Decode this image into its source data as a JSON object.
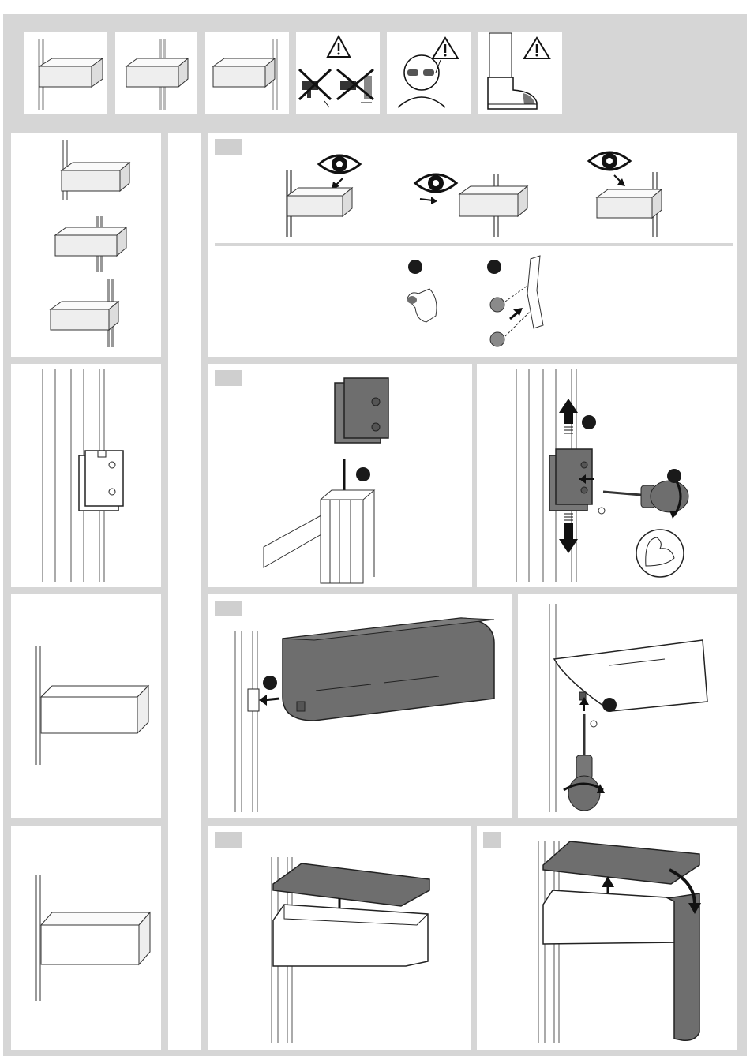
{
  "document": {
    "type": "assembly-instructions",
    "colors": {
      "frame": "#d6d6d6",
      "panel": "#ffffff",
      "ink": "#1a1a1a",
      "part_fill": "#6e6e6e",
      "light_part": "#f2f2f2"
    }
  },
  "header_icons": [
    {
      "name": "box-on-left-rail",
      "icon": "box-icon"
    },
    {
      "name": "box-on-center-rail",
      "icon": "box-icon"
    },
    {
      "name": "box-on-right-rail",
      "icon": "box-icon"
    },
    {
      "name": "no-drilling-warning",
      "icon": "warning-triangle-icon"
    },
    {
      "name": "safety-glasses-warning",
      "icon": "warning-triangle-icon"
    },
    {
      "name": "safety-shoes-warning",
      "icon": "warning-triangle-icon"
    }
  ],
  "steps": [
    {
      "row": 1,
      "name": "choose-position",
      "icons": [
        "eye-icon",
        "eye-icon",
        "eye-icon"
      ]
    },
    {
      "row": 1,
      "name": "identify-parts",
      "markers": [
        "black-dot",
        "black-dot"
      ]
    },
    {
      "row": 2,
      "name": "insert-bracket",
      "markers": [
        "black-dot"
      ]
    },
    {
      "row": 2,
      "name": "adjust-and-tighten",
      "markers": [
        "black-dot",
        "black-dot"
      ]
    },
    {
      "row": 3,
      "name": "hang-box",
      "markers": [
        "black-dot"
      ]
    },
    {
      "row": 3,
      "name": "screw-box",
      "markers": [
        "black-dot"
      ]
    },
    {
      "row": 4,
      "name": "place-lid",
      "markers": []
    },
    {
      "row": 4,
      "name": "open-lid",
      "markers": []
    }
  ]
}
